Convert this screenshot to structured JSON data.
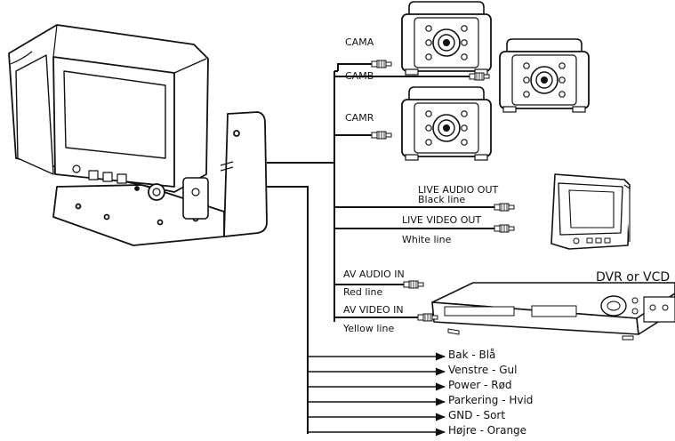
{
  "cameras": {
    "cam_a": "CAMA",
    "cam_b": "CAMB",
    "cam_r": "CAMR"
  },
  "outputs": {
    "live_audio_out": "LIVE AUDIO OUT",
    "live_audio_line": "Black line",
    "live_video_out": "LIVE VIDEO OUT",
    "live_video_line": "White line"
  },
  "inputs": {
    "av_audio_in": "AV AUDIO IN",
    "av_audio_line": "Red line",
    "av_video_in": "AV VIDEO IN",
    "av_video_line": "Yellow line"
  },
  "recorder": {
    "label": "DVR or VCD"
  },
  "wires": [
    "Bak - Blå",
    "Venstre - Gul",
    "Power - Rød",
    "Parkering - Hvid",
    "GND - Sort",
    "Højre - Orange"
  ]
}
